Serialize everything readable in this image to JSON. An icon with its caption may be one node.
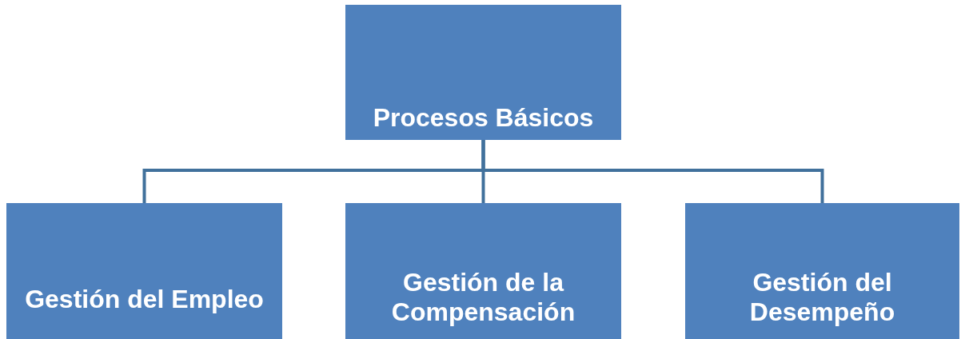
{
  "diagram": {
    "nodes": [
      {
        "text": [
          "Procesos Básicos"
        ]
      },
      {
        "text": [
          "Gestión del Empleo"
        ]
      },
      {
        "text": [
          "Gestión de la Compensación"
        ]
      },
      {
        "text": [
          "Gestión del Desempeño"
        ]
      }
    ],
    "edges": [
      {
        "from": 0,
        "to": 1,
        "arrow": "none"
      },
      {
        "from": 0,
        "to": 2,
        "arrow": "none"
      },
      {
        "from": 0,
        "to": 3,
        "arrow": "none"
      }
    ]
  }
}
